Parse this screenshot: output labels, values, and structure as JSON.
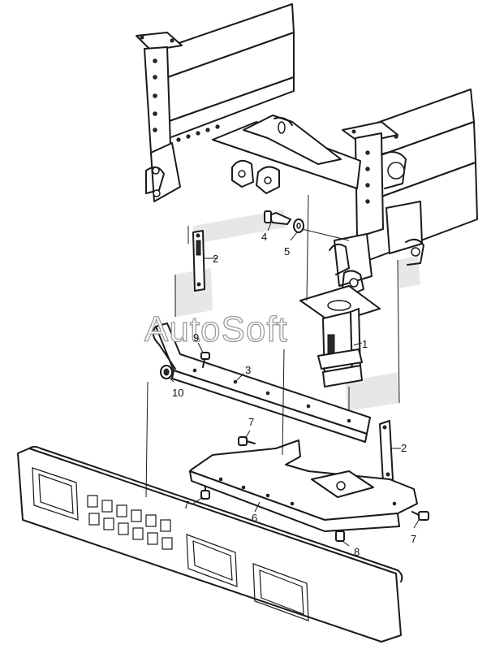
{
  "watermark": "AutoSoft",
  "callouts": [
    {
      "id": "c1",
      "label": "1"
    },
    {
      "id": "c2a",
      "label": "2"
    },
    {
      "id": "c2b",
      "label": "2"
    },
    {
      "id": "c3",
      "label": "3"
    },
    {
      "id": "c4",
      "label": "4"
    },
    {
      "id": "c5",
      "label": "5"
    },
    {
      "id": "c6",
      "label": "6"
    },
    {
      "id": "c7a",
      "label": "7"
    },
    {
      "id": "c7b",
      "label": "7"
    },
    {
      "id": "c7c",
      "label": "7"
    },
    {
      "id": "c8",
      "label": "8"
    },
    {
      "id": "c9",
      "label": "9"
    },
    {
      "id": "c10",
      "label": "10"
    }
  ]
}
